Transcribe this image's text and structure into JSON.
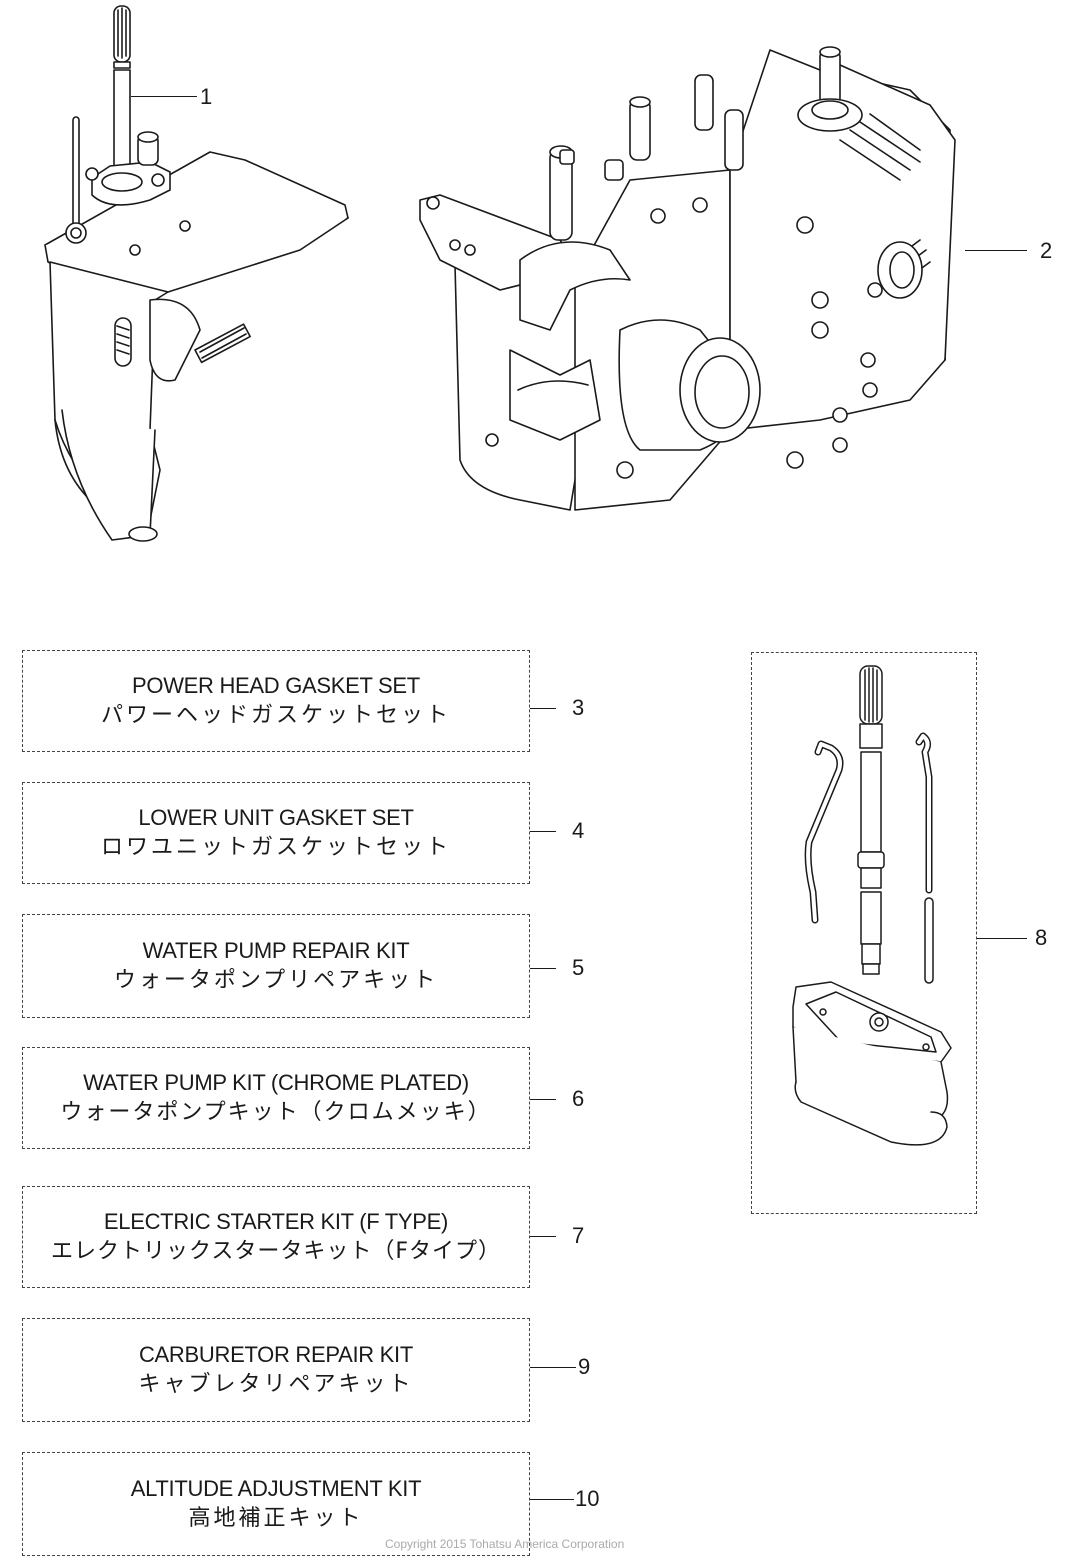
{
  "diagram": {
    "parts": [
      {
        "number": "1",
        "name": "lower-unit-assembly"
      },
      {
        "number": "2",
        "name": "power-head-assembly"
      },
      {
        "number": "8",
        "name": "drive-shaft-housing-kit"
      }
    ],
    "kits": [
      {
        "number": "3",
        "en": "POWER HEAD GASKET SET",
        "jp": "パワーヘッドガスケットセット"
      },
      {
        "number": "4",
        "en": "LOWER UNIT GASKET SET",
        "jp": "ロワユニットガスケットセット"
      },
      {
        "number": "5",
        "en": "WATER PUMP REPAIR KIT",
        "jp": "ウォータポンプリペアキット"
      },
      {
        "number": "6",
        "en": "WATER PUMP KIT (CHROME PLATED)",
        "jp": "ウォータポンプキット（クロムメッキ）"
      },
      {
        "number": "7",
        "en": "ELECTRIC STARTER KIT (F TYPE)",
        "jp": "エレクトリックスタータキット（Fタイプ）"
      },
      {
        "number": "9",
        "en": "CARBURETOR REPAIR KIT",
        "jp": "キャブレタリペアキット"
      },
      {
        "number": "10",
        "en": "ALTITUDE ADJUSTMENT KIT",
        "jp": "高地補正キット"
      }
    ],
    "copyright": "Copyright 2015 Tohatsu America Corporation"
  }
}
